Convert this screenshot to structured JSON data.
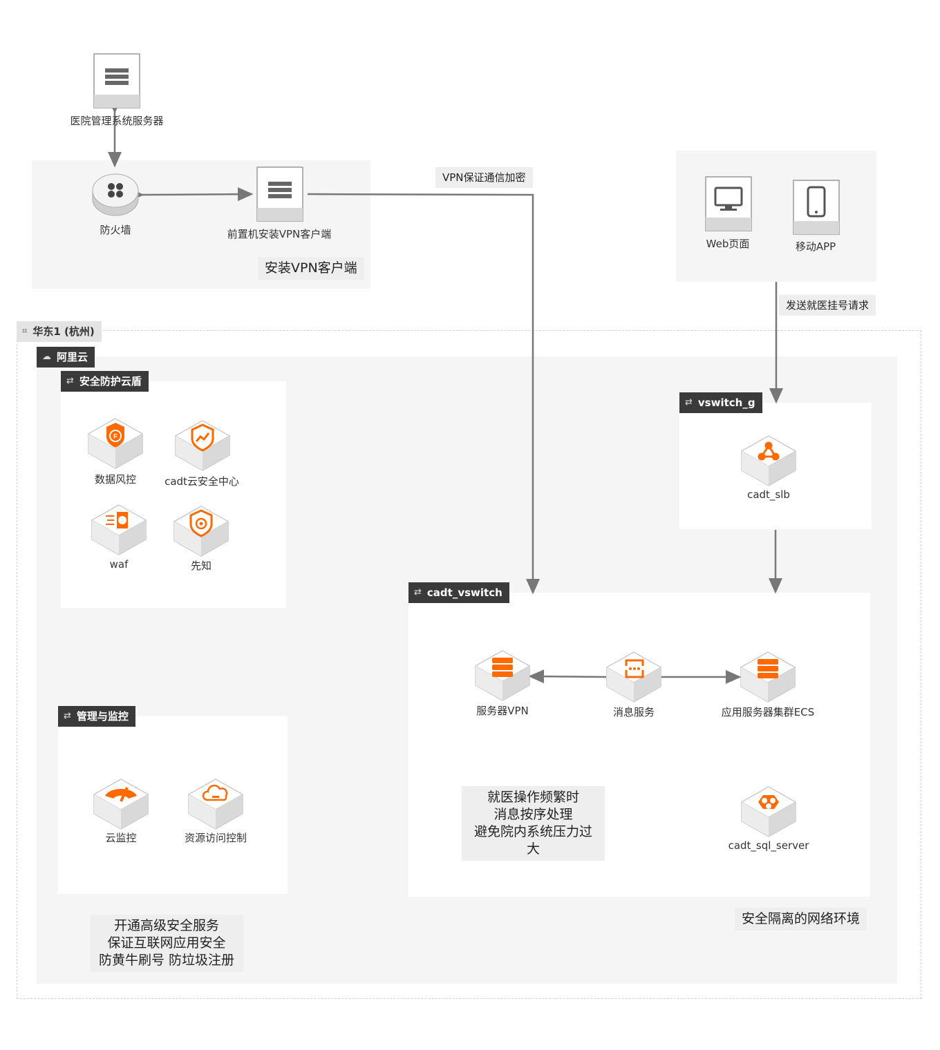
{
  "top": {
    "hospital_server": "医院管理系统服务器",
    "firewall": "防火墙",
    "frontend_vpn": "前置机安装VPN客户端",
    "install_vpn_note": "安装VPN客户端",
    "vpn_encrypt_note": "VPN保证通信加密",
    "web_page": "Web页面",
    "mobile_app": "移动APP",
    "send_request_note": "发送就医挂号请求"
  },
  "region": {
    "label": "华东1 (杭州)",
    "cloud_label": "阿里云"
  },
  "security": {
    "title": "安全防护云盾",
    "items": {
      "data_risk": "数据风控",
      "security_center": "cadt云安全中心",
      "waf": "waf",
      "xianzhi": "先知"
    }
  },
  "monitor": {
    "title": "管理与监控",
    "items": {
      "cloud_monitor": "云监控",
      "ram": "资源访问控制"
    }
  },
  "vswitch_g": {
    "title": "vswitch_g",
    "slb": "cadt_slb"
  },
  "cadt_vswitch": {
    "title": "cadt_vswitch",
    "vpn_server": "服务器VPN",
    "message_service": "消息服务",
    "ecs_cluster": "应用服务器集群ECS",
    "sql_server": "cadt_sql_server",
    "mq_note": "就医操作频繁时\n消息按序处理\n避免院内系统压力过大"
  },
  "notes": {
    "security_service": "开通高级安全服务\n保证互联网应用安全\n防黄牛刷号 防垃圾注册",
    "isolated_network": "安全隔离的网络环境"
  },
  "colors": {
    "accent": "#ff6a00",
    "dark_tag": "#3a3a3a",
    "zone_bg": "#f5f5f5",
    "line": "#777777"
  }
}
